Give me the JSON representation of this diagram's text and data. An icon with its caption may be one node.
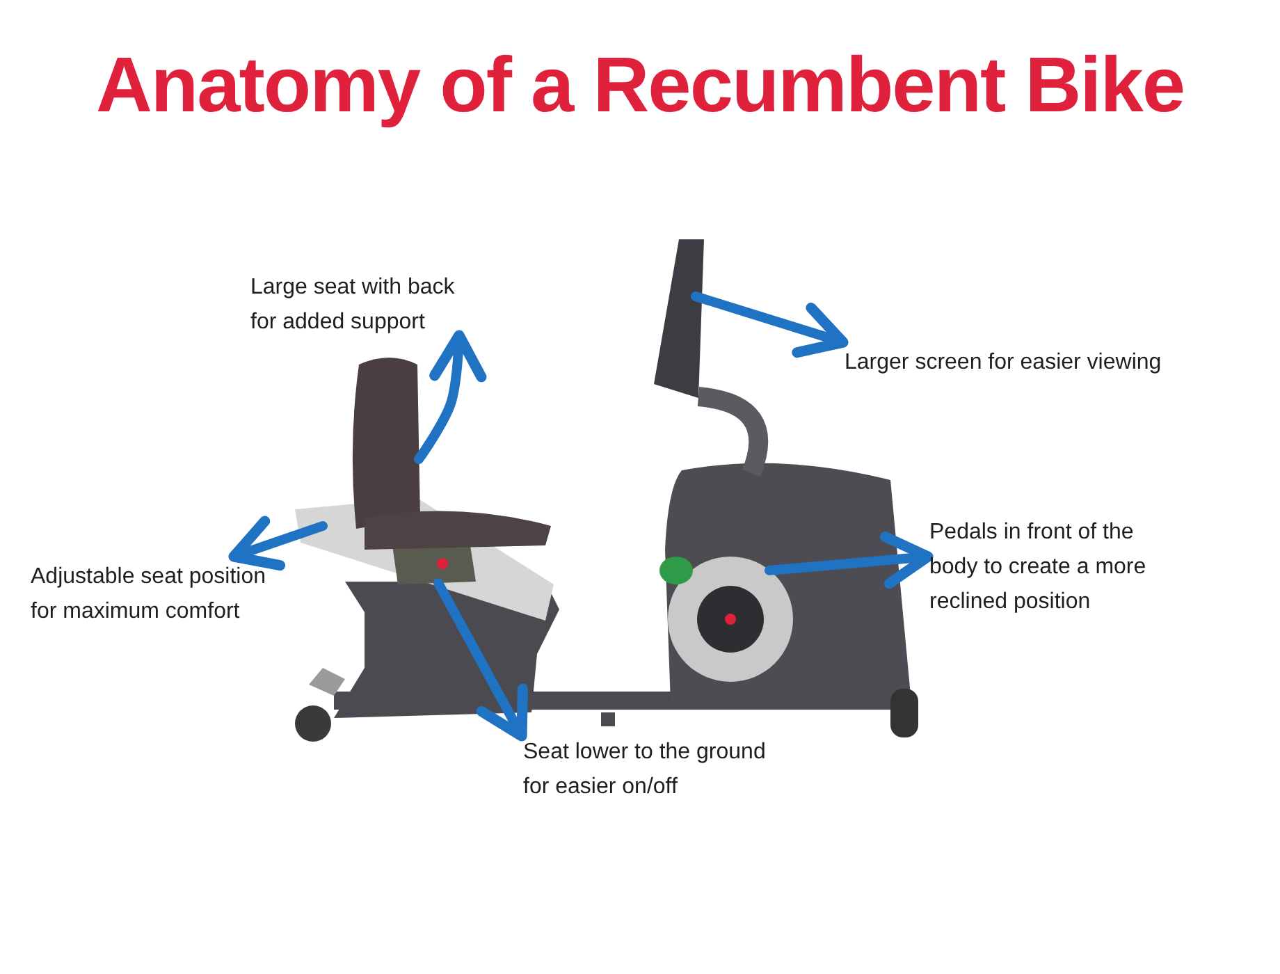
{
  "diagram": {
    "title": "Anatomy of a Recumbent Bike",
    "nodes": [
      {
        "text": [
          "Large seat with back for added support"
        ]
      },
      {
        "text": [
          "Larger screen for easier viewing"
        ]
      },
      {
        "text": [
          "Pedals in front of the body to create a more reclined position"
        ]
      },
      {
        "text": [
          "Adjustable seat position for maximum comfort"
        ]
      },
      {
        "text": [
          "Seat lower to the ground for easier on/off"
        ]
      },
      {
        "text": [],
        "shape": "box"
      },
      {
        "text": [],
        "shape": "box"
      },
      {
        "text": [],
        "shape": "box",
        "in": 5
      },
      {
        "text": [],
        "shape": "box"
      },
      {
        "text": [],
        "shape": "circle"
      }
    ],
    "edges": [
      {
        "from": 6,
        "to": 0,
        "arrow": "to"
      },
      {
        "from": 8,
        "to": 1,
        "arrow": "to"
      },
      {
        "from": 9,
        "to": 2,
        "arrow": "to"
      },
      {
        "from": 5,
        "to": 3,
        "arrow": "to"
      },
      {
        "from": 7,
        "to": 4,
        "arrow": "to"
      }
    ]
  }
}
